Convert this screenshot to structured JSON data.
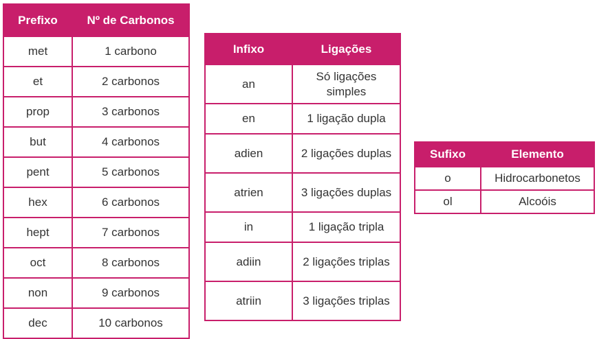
{
  "prefix_table": {
    "headers": [
      "Prefixo",
      "Nº de Carbonos"
    ],
    "rows": [
      [
        "met",
        "1 carbono"
      ],
      [
        "et",
        "2 carbonos"
      ],
      [
        "prop",
        "3 carbonos"
      ],
      [
        "but",
        "4 carbonos"
      ],
      [
        "pent",
        "5 carbonos"
      ],
      [
        "hex",
        "6 carbonos"
      ],
      [
        "hept",
        "7 carbonos"
      ],
      [
        "oct",
        "8 carbonos"
      ],
      [
        "non",
        "9 carbonos"
      ],
      [
        "dec",
        "10 carbonos"
      ]
    ]
  },
  "infix_table": {
    "headers": [
      "Infixo",
      "Ligações"
    ],
    "rows": [
      [
        "an",
        "Só ligações simples"
      ],
      [
        "en",
        "1 ligação dupla"
      ],
      [
        "adien",
        "2 ligações duplas"
      ],
      [
        "atrien",
        "3 ligações duplas"
      ],
      [
        "in",
        "1 ligação tripla"
      ],
      [
        "adiin",
        "2 ligações triplas"
      ],
      [
        "atriin",
        "3 ligações triplas"
      ]
    ]
  },
  "suffix_table": {
    "headers": [
      "Sufixo",
      "Elemento"
    ],
    "rows": [
      [
        "o",
        "Hidrocarbonetos"
      ],
      [
        "ol",
        "Alcoóis"
      ]
    ]
  },
  "colors": {
    "accent": "#c81e6b",
    "text": "#333333"
  }
}
